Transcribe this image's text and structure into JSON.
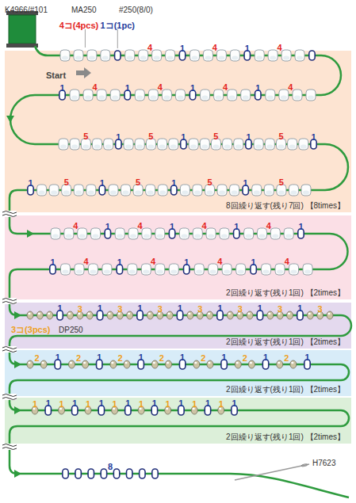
{
  "diagram": {
    "nodes": [
      {
        "text": [
          "8回繰り返す(残り7回) 【8times】"
        ]
      },
      {
        "text": [
          "2回繰り返す(残り1回) 【2times】"
        ]
      },
      {
        "text": [
          "2回繰り返す(残り1回) 【2times】"
        ]
      },
      {
        "text": [
          "2回繰り返す(残り1回) 【2times】"
        ]
      },
      {
        "text": [
          "2回繰り返す(残り1回) 【2times】"
        ]
      }
    ],
    "labels": [
      "K4966/#101",
      "MA250",
      "#250(8/0)",
      "4コ(4pcs)",
      "1コ(1pc)",
      "Start",
      "4",
      "1",
      "4",
      "1",
      "4",
      "1",
      "4",
      "1",
      "4",
      "1",
      "4",
      "1",
      "4",
      "5",
      "1",
      "5",
      "1",
      "5",
      "1",
      "5",
      "1",
      "1",
      "5",
      "1",
      "5",
      "1",
      "5",
      "1",
      "5",
      "4",
      "1",
      "4",
      "1",
      "4",
      "1",
      "4",
      "1",
      "1",
      "4",
      "1",
      "4",
      "1",
      "4",
      "1",
      "4",
      "3コ(3pcs)",
      "DP250",
      "1",
      "3",
      "1",
      "3",
      "1",
      "3",
      "1",
      "3",
      "1",
      "3",
      "1",
      "3",
      "1",
      "3",
      "2",
      "1",
      "2",
      "1",
      "2",
      "1",
      "2",
      "1",
      "2",
      "1",
      "2",
      "1",
      "2",
      "1",
      "1",
      "1",
      "1",
      "1",
      "1",
      "1",
      "1",
      "1",
      "1",
      "1",
      "1",
      "1",
      "1",
      "1",
      "1",
      "1",
      "8",
      "H7623"
    ]
  }
}
